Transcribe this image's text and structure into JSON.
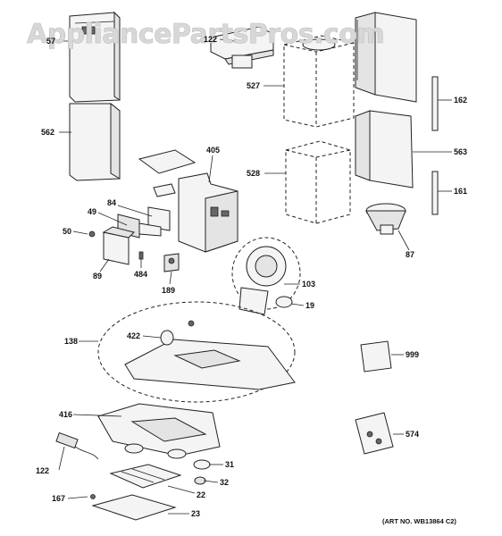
{
  "watermark": "AppliancePartsPros.com",
  "art_number": "(ART NO. WB13864 C2)",
  "parts": [
    {
      "id": "p57",
      "label": "57"
    },
    {
      "id": "p122top",
      "label": "122"
    },
    {
      "id": "p527",
      "label": "527"
    },
    {
      "id": "p162",
      "label": "162"
    },
    {
      "id": "p562",
      "label": "562"
    },
    {
      "id": "p563",
      "label": "563"
    },
    {
      "id": "p405",
      "label": "405"
    },
    {
      "id": "p528",
      "label": "528"
    },
    {
      "id": "p161",
      "label": "161"
    },
    {
      "id": "p84",
      "label": "84"
    },
    {
      "id": "p49",
      "label": "49"
    },
    {
      "id": "p50",
      "label": "50"
    },
    {
      "id": "p87",
      "label": "87"
    },
    {
      "id": "p89",
      "label": "89"
    },
    {
      "id": "p484",
      "label": "484"
    },
    {
      "id": "p189",
      "label": "189"
    },
    {
      "id": "p103",
      "label": "103"
    },
    {
      "id": "p19",
      "label": "19"
    },
    {
      "id": "p138",
      "label": "138"
    },
    {
      "id": "p422",
      "label": "422"
    },
    {
      "id": "p999",
      "label": "999"
    },
    {
      "id": "p416",
      "label": "416"
    },
    {
      "id": "p574",
      "label": "574"
    },
    {
      "id": "p122",
      "label": "122"
    },
    {
      "id": "p31",
      "label": "31"
    },
    {
      "id": "p22",
      "label": "22"
    },
    {
      "id": "p32",
      "label": "32"
    },
    {
      "id": "p167",
      "label": "167"
    },
    {
      "id": "p23",
      "label": "23"
    }
  ]
}
